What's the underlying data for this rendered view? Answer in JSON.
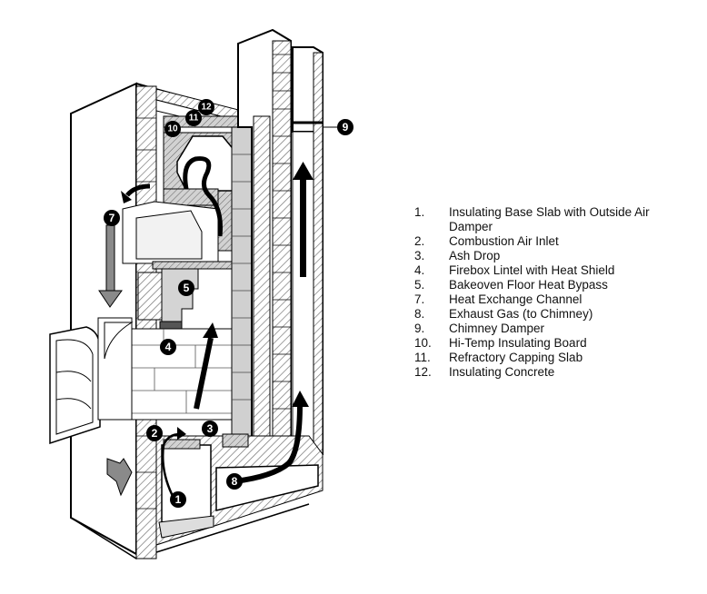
{
  "diagram": {
    "subject": "Masonry heater with bake oven - cutaway view",
    "callouts": [
      "1",
      "2",
      "3",
      "4",
      "5",
      "7",
      "8",
      "9",
      "10",
      "11",
      "12"
    ]
  },
  "legend": {
    "items": [
      {
        "num": "1.",
        "text": "Insulating Base Slab with Outside Air Damper"
      },
      {
        "num": "2.",
        "text": "Combustion Air Inlet"
      },
      {
        "num": "3.",
        "text": "Ash Drop"
      },
      {
        "num": "4.",
        "text": "Firebox Lintel with Heat Shield"
      },
      {
        "num": "5.",
        "text": "Bakeoven Floor Heat Bypass"
      },
      {
        "num": "7.",
        "text": "Heat Exchange Channel"
      },
      {
        "num": "8.",
        "text": "Exhaust Gas (to Chimney)"
      },
      {
        "num": "9.",
        "text": "Chimney Damper"
      },
      {
        "num": "10.",
        "text": "Hi-Temp Insulating Board"
      },
      {
        "num": "11.",
        "text": "Refractory Capping Slab"
      },
      {
        "num": "12.",
        "text": "Insulating Concrete"
      }
    ]
  },
  "colors": {
    "line": "#000000",
    "hatch": "#7a7a7a",
    "refractory": "#cfcfcf",
    "arrow_gray": "#8a8a8a"
  }
}
